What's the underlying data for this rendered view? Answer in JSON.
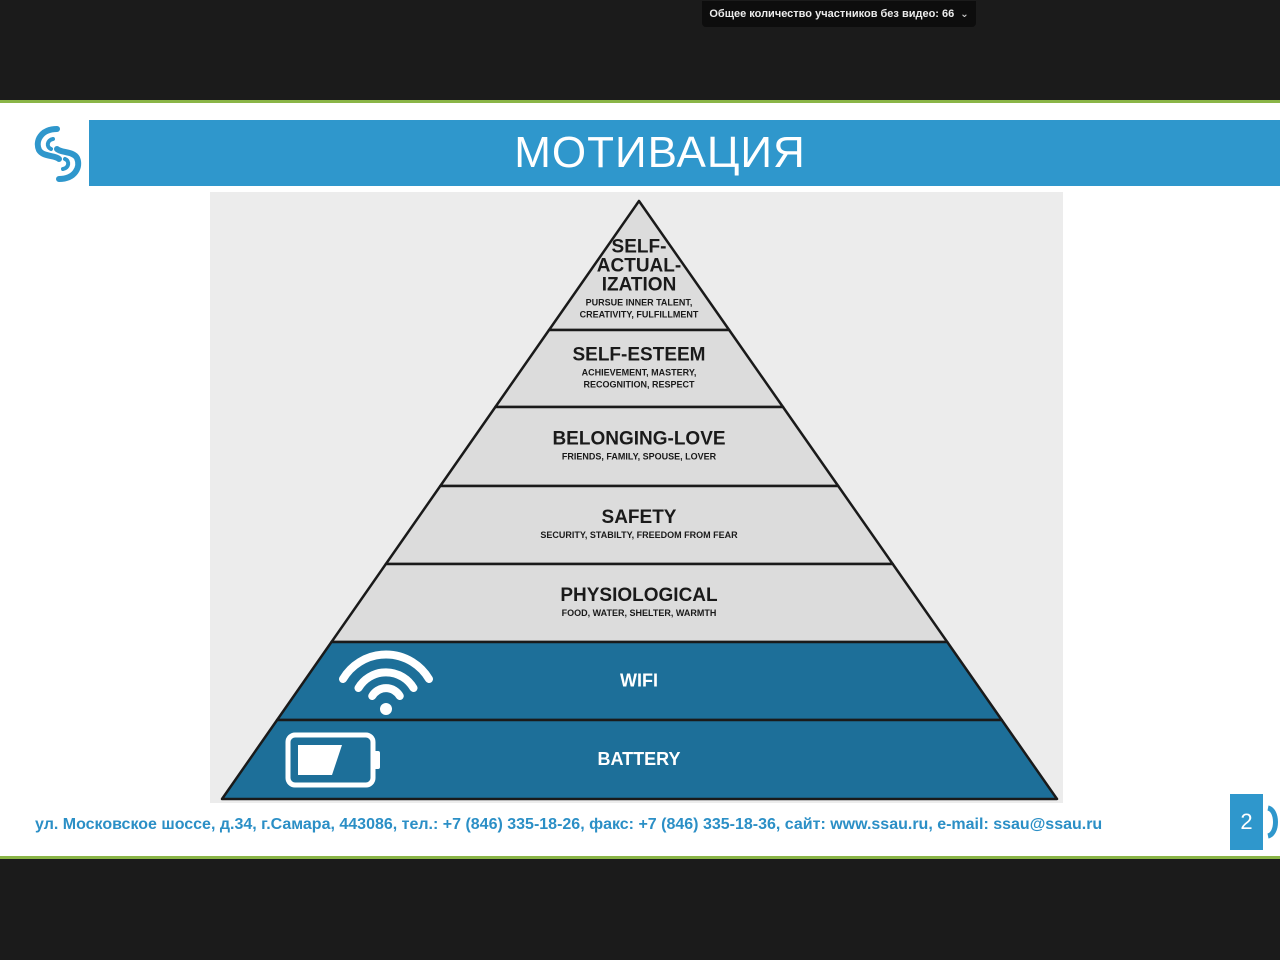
{
  "notification": {
    "text": "Общее количество участников без видео: 66",
    "chevron": "⌄"
  },
  "slide": {
    "title": "МОТИВАЦИЯ",
    "footer": "ул. Московское шоссе, д.34, г.Самара, 443086, тел.: +7 (846) 335-18-26, факс: +7 (846) 335-18-36, сайт: www.ssau.ru, e-mail: ssau@ssau.ru",
    "page_number": "2",
    "colors": {
      "accent": "#2f97cc",
      "pyramid_dark": "#1d6f99",
      "pyramid_light": "#dcdcdc",
      "rule": "#8ab547"
    }
  },
  "pyramid": {
    "levels": [
      {
        "title_lines": [
          "SELF-",
          "ACTUAL-",
          "IZATION"
        ],
        "sub_lines": [
          "PURSUE INNER TALENT,",
          "CREATIVITY, FULFILLMENT"
        ],
        "style": "light",
        "icon": ""
      },
      {
        "title_lines": [
          "SELF-ESTEEM"
        ],
        "sub_lines": [
          "ACHIEVEMENT, MASTERY,",
          "RECOGNITION, RESPECT"
        ],
        "style": "light",
        "icon": ""
      },
      {
        "title_lines": [
          "BELONGING-LOVE"
        ],
        "sub_lines": [
          "FRIENDS, FAMILY, SPOUSE, LOVER"
        ],
        "style": "light",
        "icon": ""
      },
      {
        "title_lines": [
          "SAFETY"
        ],
        "sub_lines": [
          "SECURITY, STABILTY, FREEDOM FROM FEAR"
        ],
        "style": "light",
        "icon": ""
      },
      {
        "title_lines": [
          "PHYSIOLOGICAL"
        ],
        "sub_lines": [
          "FOOD, WATER, SHELTER, WARMTH"
        ],
        "style": "light",
        "icon": ""
      },
      {
        "title_lines": [
          "WIFI"
        ],
        "sub_lines": [],
        "style": "dark",
        "icon": "wifi-icon"
      },
      {
        "title_lines": [
          "BATTERY"
        ],
        "sub_lines": [],
        "style": "dark",
        "icon": "battery-icon"
      }
    ]
  }
}
